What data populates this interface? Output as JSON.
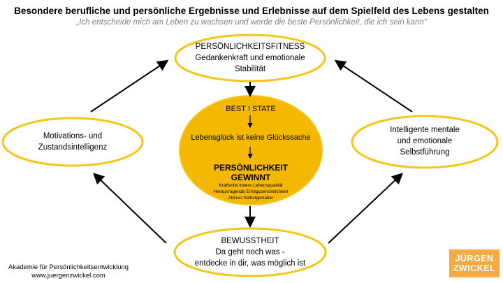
{
  "header": {
    "title": "Besondere berufliche und persönliche Ergebnisse und Erlebnisse auf dem Spielfeld des Lebens gestalten",
    "subtitle": "„Ich entscheide mich am Leben zu wachsen und werde die beste Persönlichkeit, die ich sein kann“"
  },
  "nodes": {
    "top": {
      "line1": "PERSÖNLICHKEITSFITNESS",
      "line2": "Gedankenkraft und emotionale",
      "line3": "Stabilität"
    },
    "left": {
      "line1": "Motivations- und",
      "line2": "Zustandsintelligenz"
    },
    "right": {
      "line1": "Intelligente mentale",
      "line2": "und emotionale",
      "line3": "Selbstführung"
    },
    "bottom": {
      "line1": "BEWUSSTHEIT",
      "line2": "Da geht noch was -",
      "line3": "entdecke in dir, was möglich ist"
    }
  },
  "center": {
    "state": "BEST ! STATE",
    "middle": "Lebensglück ist keine Glückssache",
    "big1": "PERSÖNLICHKEIT",
    "big2": "GEWINNT",
    "small1": "Kraftvolle innere Lebensqualität",
    "small2": "Herausragende Erfolgspersönlichkeit",
    "small3": "Aktiver Selbstgestalter"
  },
  "footer": {
    "line1": "Akademie für Persönlichkeitsentwicklung",
    "line2": "www.juergenzwickel.com"
  },
  "logo": {
    "line1": "JÜRGEN",
    "line2": "ZWICKEL"
  },
  "colors": {
    "ring": "#f5c518",
    "center_fill": "#f5b800",
    "logo_bg": "#f4a942"
  }
}
